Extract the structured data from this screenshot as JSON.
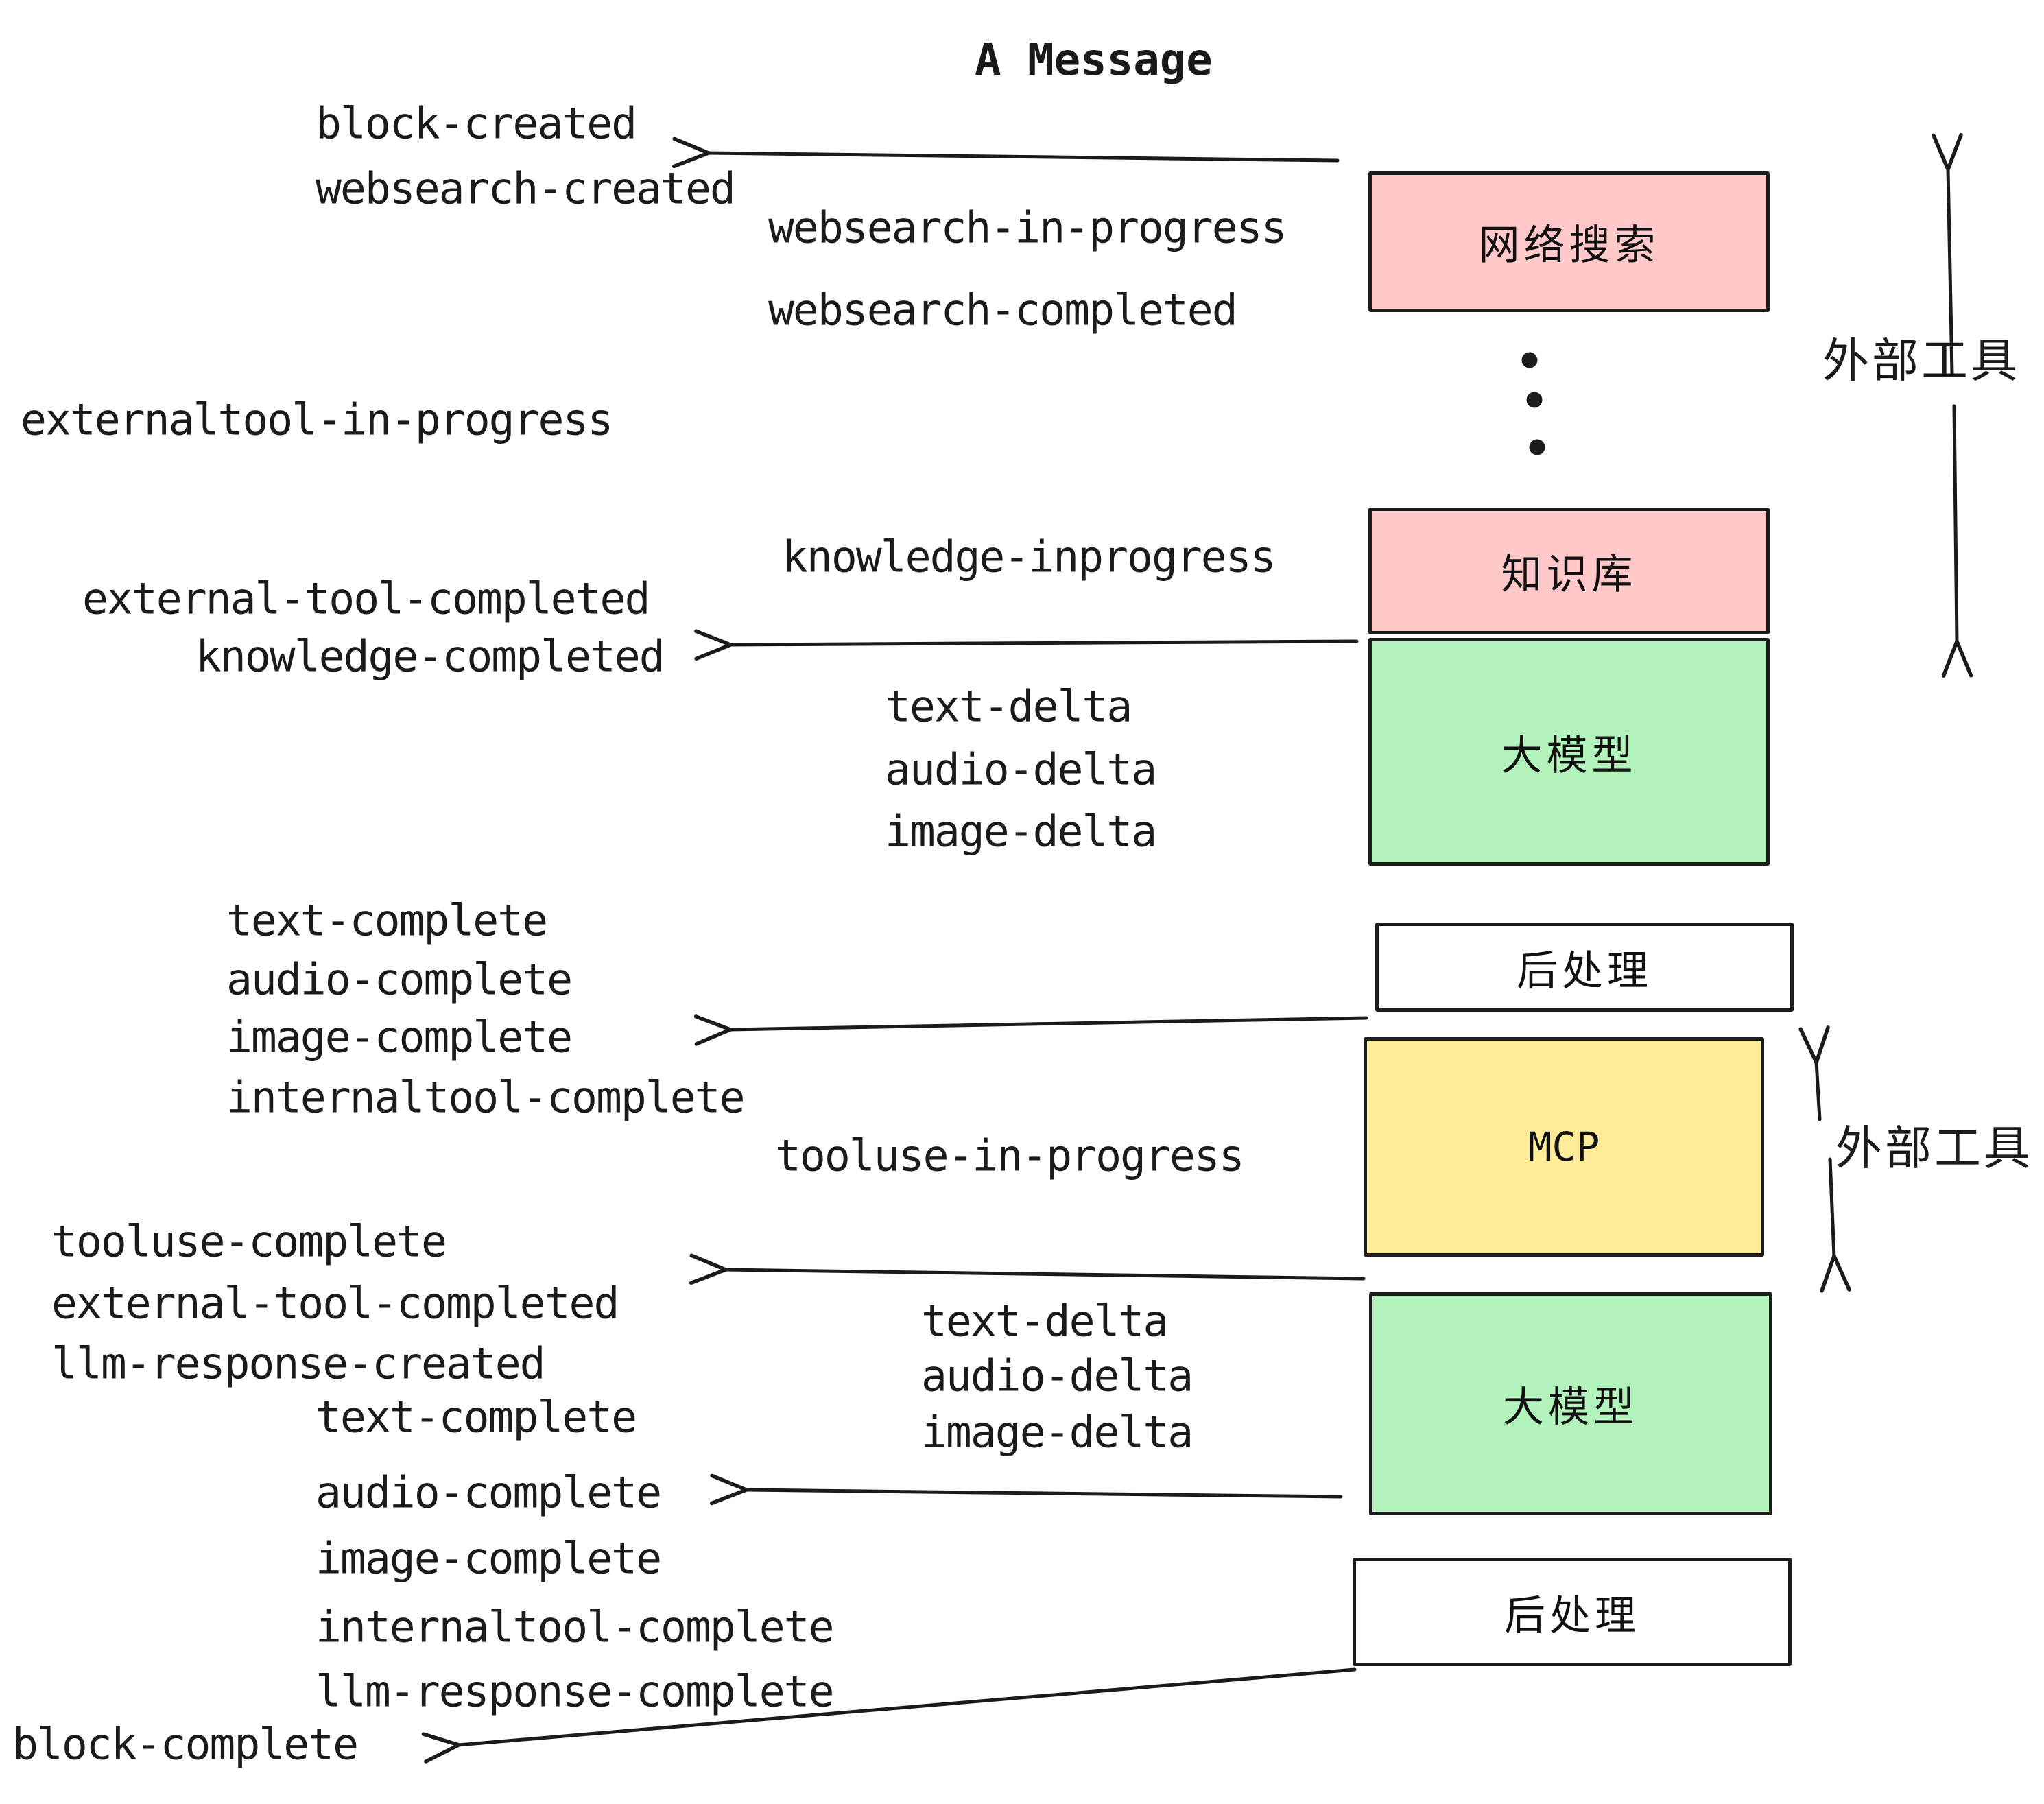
{
  "title": "A Message",
  "colors": {
    "ink": "#1b1b1b",
    "pink": "#ffc9c9",
    "green": "#b2f2bb",
    "yellow": "#ffec99",
    "white": "#ffffff"
  },
  "boxes": {
    "websearch": {
      "label": "网络搜索",
      "fill": "#ffc9c9"
    },
    "knowledge": {
      "label": "知识库",
      "fill": "#ffc9c9"
    },
    "llm_1": {
      "label": "大模型",
      "fill": "#b2f2bb"
    },
    "post_1": {
      "label": "后处理",
      "fill": "#ffffff"
    },
    "mcp": {
      "label": "MCP",
      "fill": "#ffec99"
    },
    "llm_2": {
      "label": "大模型",
      "fill": "#b2f2bb"
    },
    "post_2": {
      "label": "后处理",
      "fill": "#ffffff"
    }
  },
  "side_annotations": {
    "external_tools_top": "外部工具",
    "external_tools_mcp": "外部工具"
  },
  "events": {
    "block_created": "block-created",
    "websearch_created": "websearch-created",
    "websearch_in_progress": "websearch-in-progress",
    "websearch_completed": "websearch-completed",
    "externaltool_in_progress": "externaltool-in-progress",
    "knowledge_inprogress": "knowledge-inprogress",
    "external_tool_completed_1": "external-tool-completed",
    "knowledge_completed": "knowledge-completed",
    "text_delta_1": "text-delta",
    "audio_delta_1": "audio-delta",
    "image_delta_1": "image-delta",
    "text_complete_1": "text-complete",
    "audio_complete_1": "audio-complete",
    "image_complete_1": "image-complete",
    "internaltool_complete_1": "internaltool-complete",
    "tooluse_in_progress": "tooluse-in-progress",
    "tooluse_complete": "tooluse-complete",
    "external_tool_completed_2": "external-tool-completed",
    "llm_response_created": "llm-response-created",
    "text_complete_2": "text-complete",
    "audio_complete_2": "audio-complete",
    "image_complete_2": "image-complete",
    "internaltool_complete_2": "internaltool-complete",
    "llm_response_complete": "llm-response-complete",
    "block_complete": "block-complete"
  }
}
